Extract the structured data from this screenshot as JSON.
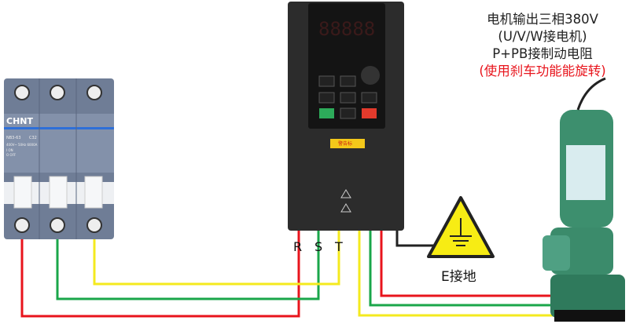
{
  "notes": {
    "line1": "电机输出三相380V",
    "line2": "(U/V/W接电机)",
    "line3": "P+PB接制动电阻",
    "line4": "(使用刹车功能能旋转)"
  },
  "breaker": {
    "brand": "CHNT",
    "model": "NB3-63",
    "rating": "C32",
    "specs": "400V~ 50Hz 6000A",
    "on_label": "I ON",
    "off_label": "O OFF"
  },
  "inverter": {
    "warning_label": "警告标"
  },
  "terminals": {
    "r": "R",
    "s": "S",
    "t": "T"
  },
  "ground": {
    "label": "E接地"
  },
  "colors": {
    "red": "#e8141c",
    "green": "#1aa64a",
    "yellow": "#f4ea1e",
    "black": "#222222",
    "ground_yellow": "#f7ec14"
  }
}
